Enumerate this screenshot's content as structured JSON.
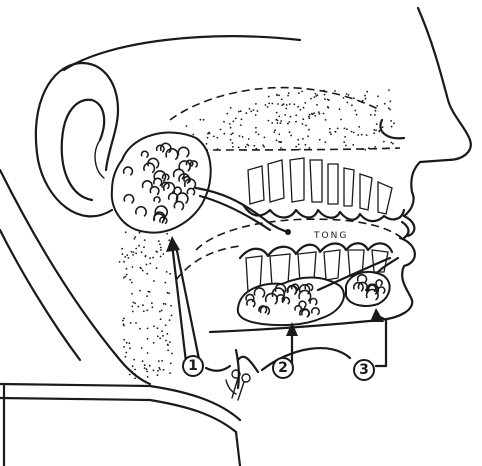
{
  "diagram": {
    "tongue_label": "TONG",
    "markers": [
      "1",
      "2",
      "3"
    ]
  },
  "colors": {
    "ink": "#1a1a1a",
    "paper": "#ffffff"
  }
}
